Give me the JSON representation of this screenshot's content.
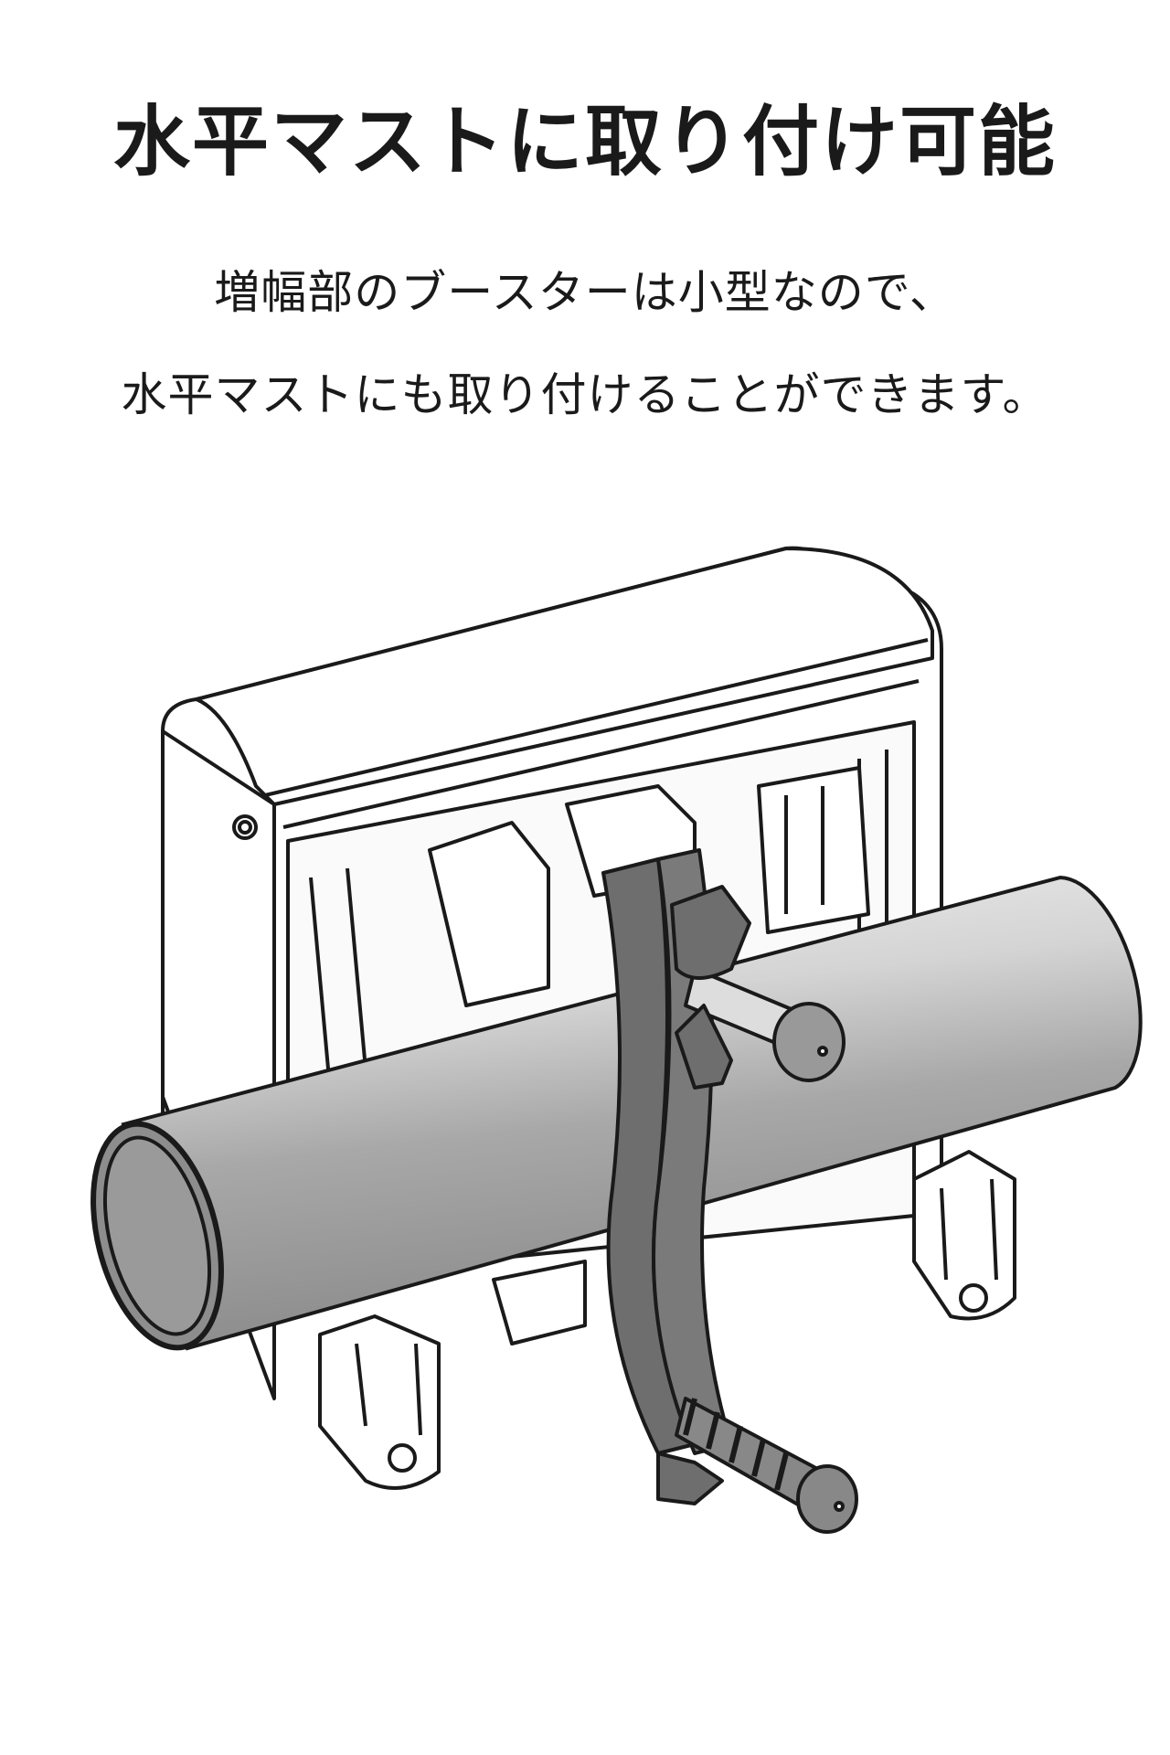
{
  "heading": "水平マストに取り付け可能",
  "description": {
    "line1": "増幅部のブースターは小型なので、",
    "line2": "水平マストにも取り付けることができます。"
  },
  "illustration": {
    "subject": "booster-mounted-on-horizontal-mast",
    "colors": {
      "outline": "#1a1a1a",
      "clamp": "#6e6e6e",
      "pipe_light": "#e6e6e6",
      "pipe_dark": "#9a9a9a"
    }
  }
}
